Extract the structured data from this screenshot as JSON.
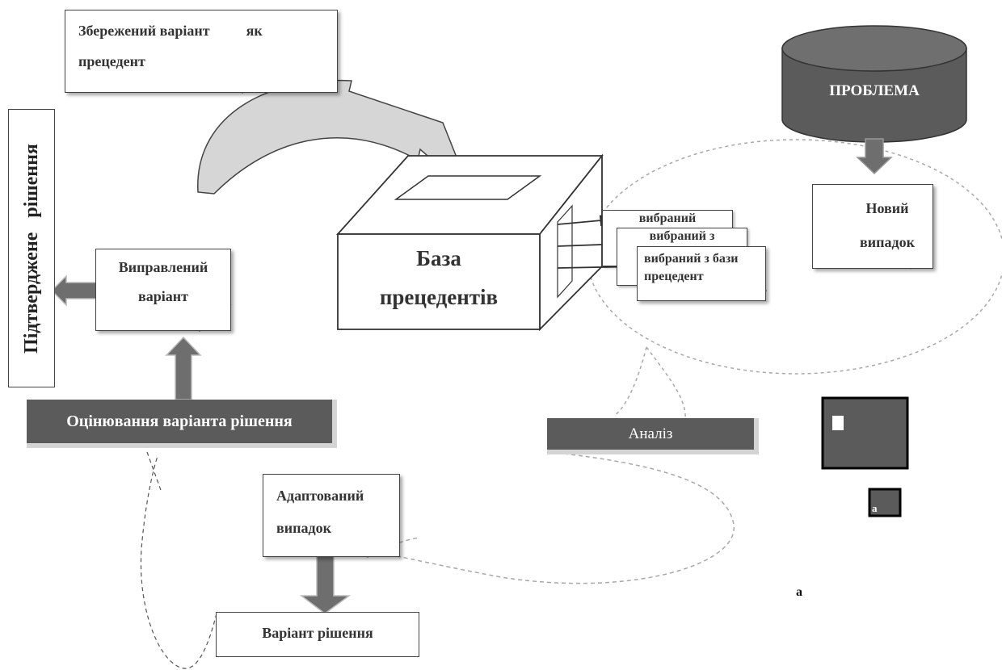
{
  "labels": {
    "saved_variant": "Збережений варіант          як прецедент",
    "confirmed_solution": "Підтверджене   рішення",
    "problem": "ПРОБЛЕМА",
    "new_case": "Новий випадок",
    "case_base": "База прецедентів",
    "selected_1": "вибраний",
    "selected_2": "вибраний з",
    "selected_3": "вибраний з бази прецедент",
    "corrected_variant": "Виправлений варіант",
    "evaluation": "Оцінювання варіанта рішення",
    "analysis": "Аналіз",
    "adapted_case": "Адаптований випадок",
    "solution_variant": "Варіант рішення",
    "small_box_mark": "a",
    "loose_mark": "a"
  },
  "colors": {
    "dark_fill": "#5b5b5b",
    "arrow_fill": "#6e6e6e",
    "light_fill": "#d6d6d6",
    "outline": "#444444",
    "dashed": "#a8a8a8"
  }
}
